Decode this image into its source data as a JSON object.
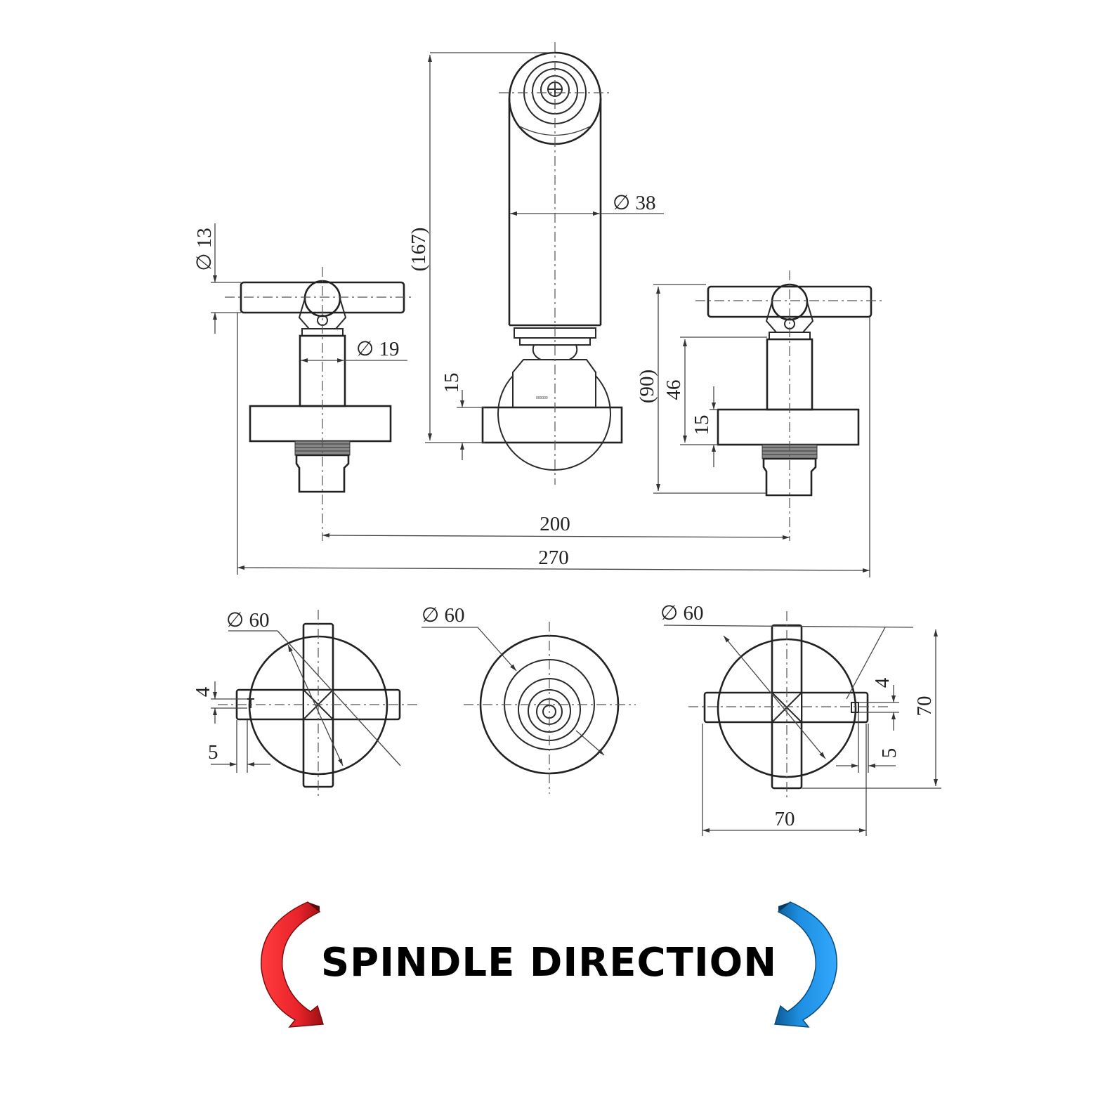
{
  "drawing": {
    "dimensions": {
      "spout_diameter": "∅ 38",
      "spout_height": "(167)",
      "spout_base": "15",
      "handle_diameter": "∅ 13",
      "stem_diameter": "∅ 19",
      "handle_height": "(90)",
      "stem_height": "46",
      "flange_height": "15",
      "center_spacing": "200",
      "overall_width": "270",
      "plan_left_diameter": "∅ 60",
      "plan_center_diameter": "∅ 60",
      "plan_right_diameter": "∅ 60",
      "left_slot_4": "4",
      "left_slot_5": "5",
      "right_slot_4": "4",
      "right_slot_5": "5",
      "plan_width": "70",
      "plan_height": "70"
    }
  },
  "caption": {
    "text": "SPINDLE DIRECTION",
    "hot_color": "#e8232b",
    "cold_color": "#1e8fe0"
  }
}
